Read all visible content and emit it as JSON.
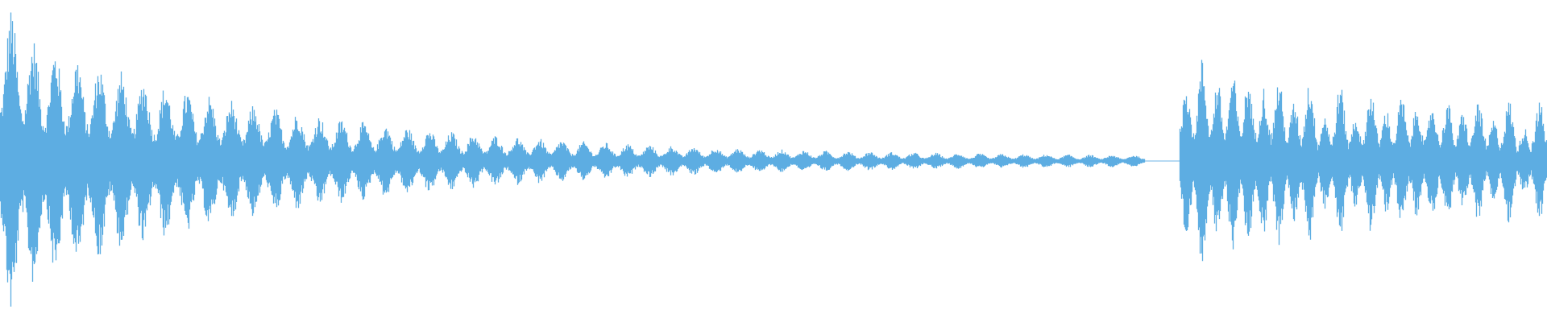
{
  "waveform": {
    "color": "#5dade2",
    "background": "#ffffff",
    "baseline_visible": true,
    "peak_amplitude_fraction": 0.42,
    "segments": [
      {
        "name": "first-burst",
        "start_fraction": 0.0,
        "end_fraction": 0.74,
        "initial_peak_fraction": 0.42,
        "decay_profile": "exponential",
        "pulse_count": 52
      },
      {
        "name": "silence-gap",
        "start_fraction": 0.74,
        "end_fraction": 0.762
      },
      {
        "name": "second-burst",
        "start_fraction": 0.762,
        "end_fraction": 1.0,
        "initial_peak_fraction": 0.36,
        "decay_profile": "irregular",
        "pulse_count": 24
      }
    ]
  }
}
